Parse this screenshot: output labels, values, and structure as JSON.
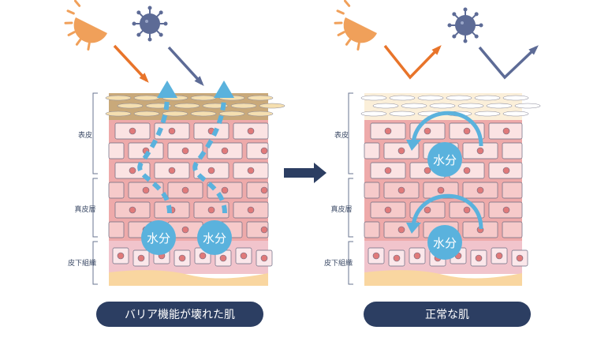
{
  "left_panel": {
    "caption": "バリア機能が壊れた肌",
    "layers": {
      "epidermis": "表皮",
      "dermis": "真皮層",
      "subcutaneous": "皮下組織"
    },
    "water_labels": [
      "水分",
      "水分"
    ]
  },
  "right_panel": {
    "caption": "正常な肌",
    "layers": {
      "epidermis": "表皮",
      "dermis": "真皮層",
      "subcutaneous": "皮下組織"
    },
    "water_labels": [
      "水分",
      "水分"
    ]
  },
  "colors": {
    "sun": "#f0a05a",
    "uv_arrow": "#e8742a",
    "virus": "#5d6b96",
    "water": "#5ab2dd",
    "pill": "#2c3e62"
  }
}
